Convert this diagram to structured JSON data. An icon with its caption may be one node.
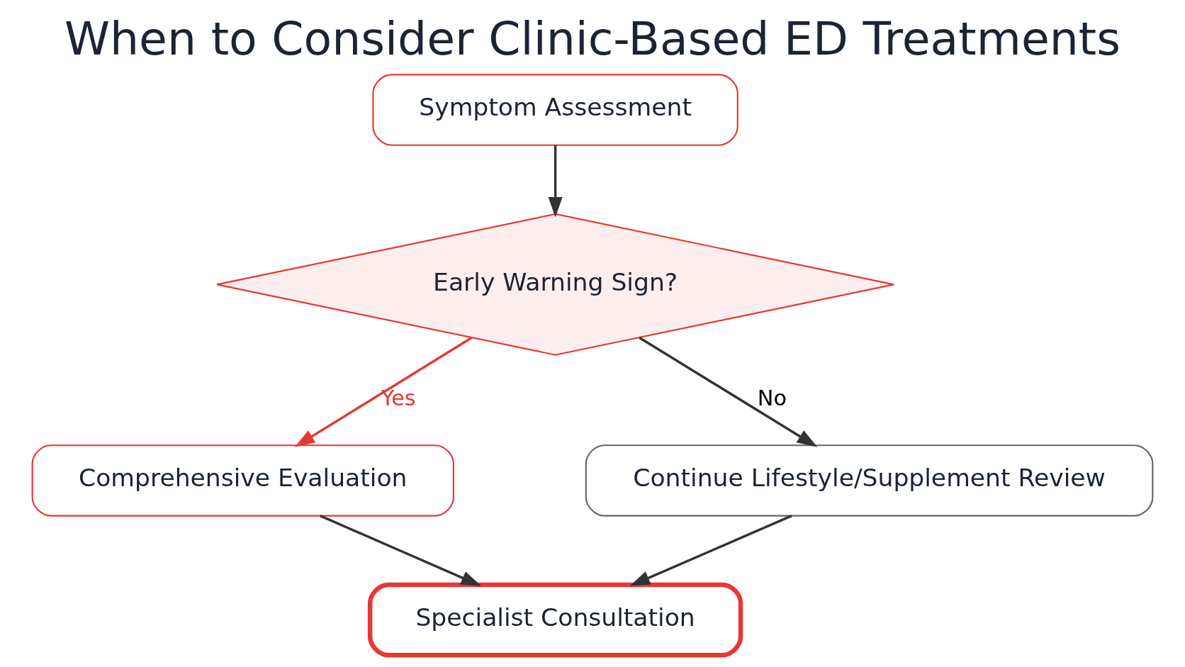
{
  "diagram": {
    "title": "When to Consider Clinic-Based ED Treatments",
    "nodes": [
      {
        "text": [
          "Symptom Assessment"
        ]
      },
      {
        "text": [
          "Early Warning Sign?"
        ]
      },
      {
        "text": [
          "Comprehensive Evaluation"
        ]
      },
      {
        "text": [
          "Continue Lifestyle/Supplement Review"
        ]
      },
      {
        "text": [
          "Specialist Consultation"
        ]
      }
    ],
    "edges": [
      {
        "from": 0,
        "to": 1,
        "arrow": "to"
      },
      {
        "from": 1,
        "to": 2,
        "arrow": "to",
        "label": "Yes",
        "color": "#e53935"
      },
      {
        "from": 1,
        "to": 3,
        "arrow": "to",
        "label": "No"
      },
      {
        "from": 2,
        "to": 4,
        "arrow": "to"
      },
      {
        "from": 3,
        "to": 4,
        "arrow": "to"
      }
    ]
  }
}
